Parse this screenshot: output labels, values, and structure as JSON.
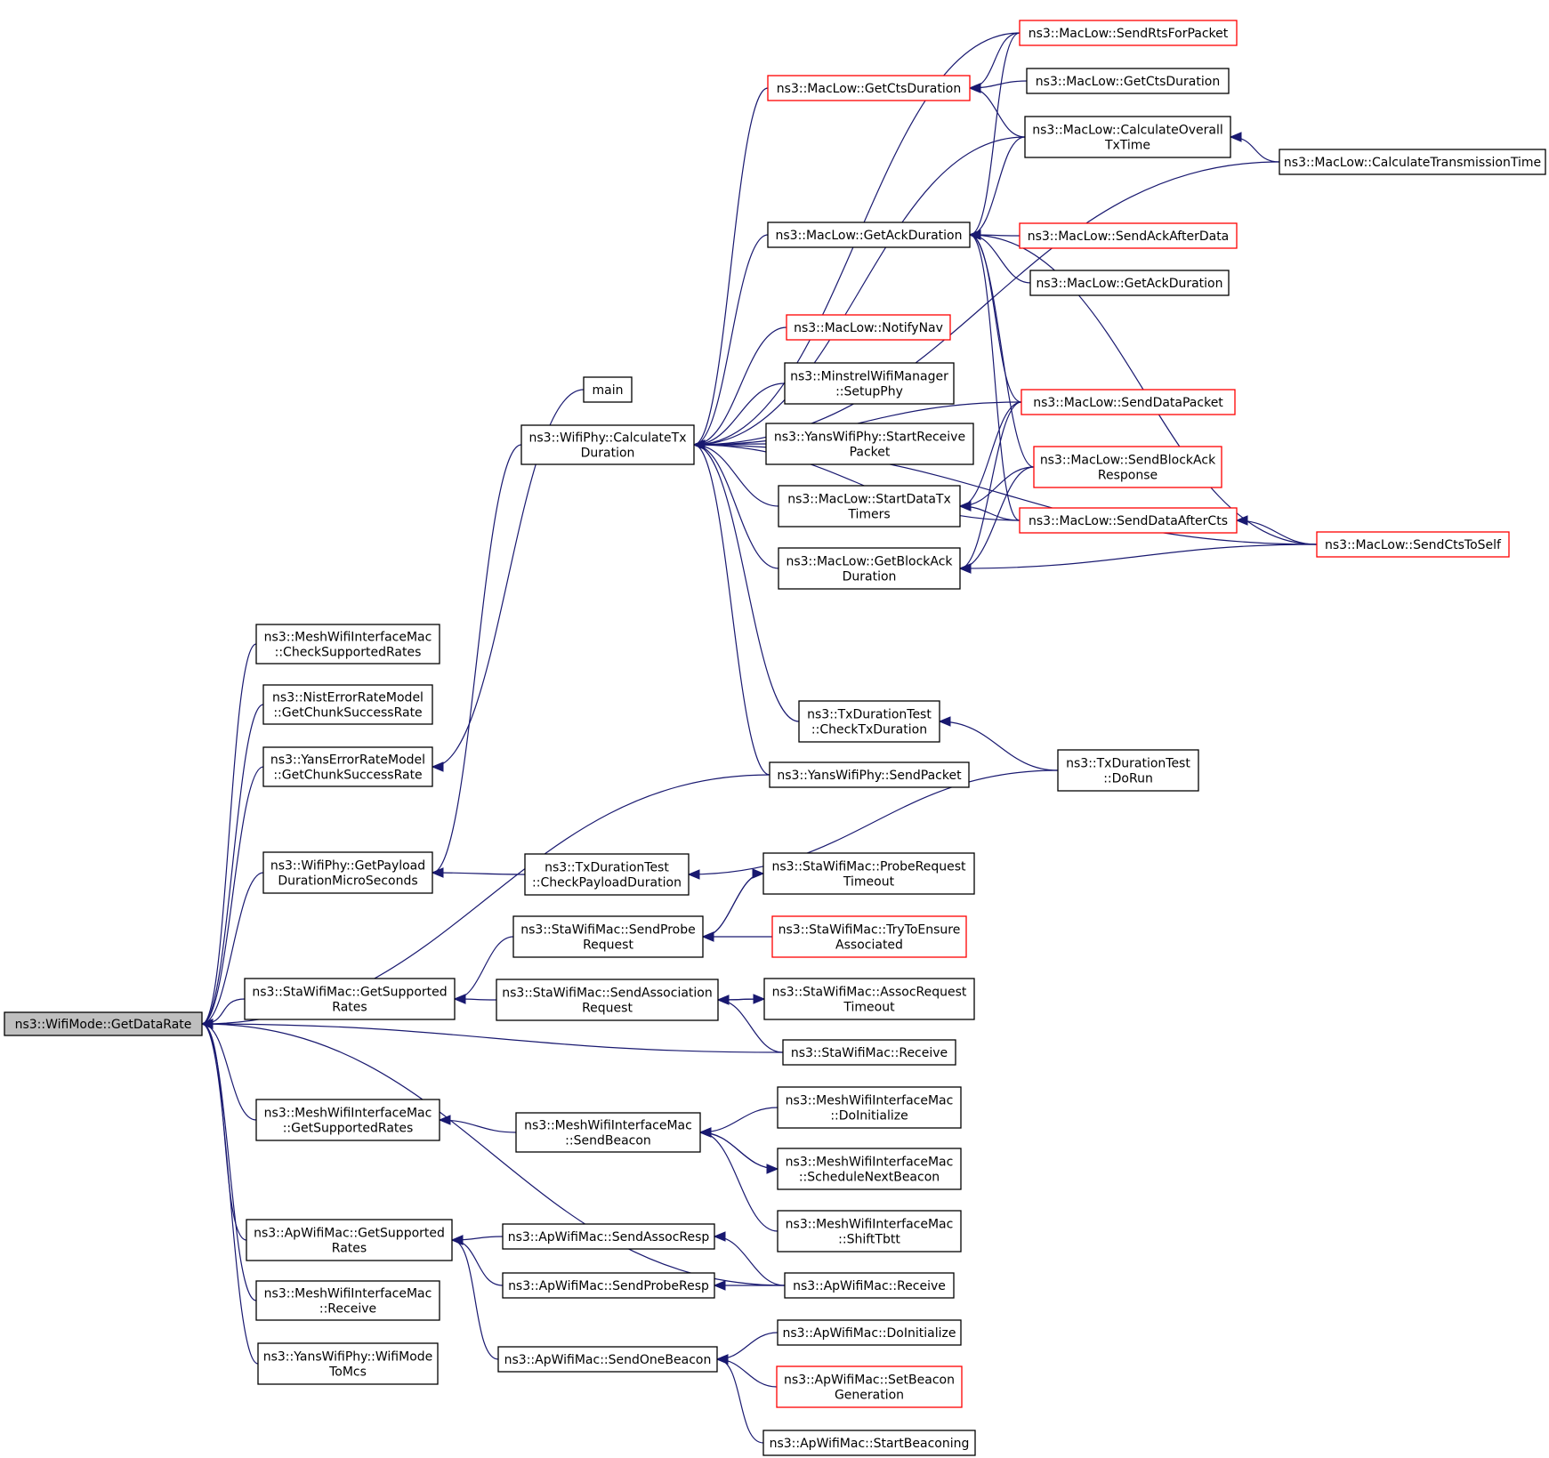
{
  "colors": {
    "edge": "#191970",
    "node_border": "#000000",
    "node_border_truncated": "#ff0000",
    "node_fill": "#ffffff",
    "root_fill": "#bfbfbf"
  },
  "nodes": [
    {
      "id": "root",
      "lines": [
        "ns3::WifiMode::GetDataRate"
      ],
      "root": true
    },
    {
      "id": "mwim_csr",
      "lines": [
        "ns3::MeshWifiInterfaceMac",
        "::CheckSupportedRates"
      ]
    },
    {
      "id": "nist_gcsr",
      "lines": [
        "ns3::NistErrorRateModel",
        "::GetChunkSuccessRate"
      ]
    },
    {
      "id": "yans_gcsr",
      "lines": [
        "ns3::YansErrorRateModel",
        "::GetChunkSuccessRate"
      ]
    },
    {
      "id": "gpdms",
      "lines": [
        "ns3::WifiPhy::GetPayload",
        "DurationMicroSeconds"
      ]
    },
    {
      "id": "sta_gsr",
      "lines": [
        "ns3::StaWifiMac::GetSupported",
        "Rates"
      ]
    },
    {
      "id": "mwim_gsr",
      "lines": [
        "ns3::MeshWifiInterfaceMac",
        "::GetSupportedRates"
      ]
    },
    {
      "id": "ap_gsr",
      "lines": [
        "ns3::ApWifiMac::GetSupported",
        "Rates"
      ]
    },
    {
      "id": "mwim_recv",
      "lines": [
        "ns3::MeshWifiInterfaceMac",
        "::Receive"
      ]
    },
    {
      "id": "yans_wmtm",
      "lines": [
        "ns3::YansWifiPhy::WifiMode",
        "ToMcs"
      ]
    },
    {
      "id": "main",
      "lines": [
        "main"
      ]
    },
    {
      "id": "calctx",
      "lines": [
        "ns3::WifiPhy::CalculateTx",
        "Duration"
      ]
    },
    {
      "id": "txdt_cpd",
      "lines": [
        "ns3::TxDurationTest",
        "::CheckPayloadDuration"
      ]
    },
    {
      "id": "sta_spr",
      "lines": [
        "ns3::StaWifiMac::SendProbe",
        "Request"
      ]
    },
    {
      "id": "sta_sar",
      "lines": [
        "ns3::StaWifiMac::SendAssociation",
        "Request"
      ]
    },
    {
      "id": "mwim_sb",
      "lines": [
        "ns3::MeshWifiInterfaceMac",
        "::SendBeacon"
      ]
    },
    {
      "id": "ap_sasr",
      "lines": [
        "ns3::ApWifiMac::SendAssocResp"
      ]
    },
    {
      "id": "ap_sprr",
      "lines": [
        "ns3::ApWifiMac::SendProbeResp"
      ]
    },
    {
      "id": "ap_sob",
      "lines": [
        "ns3::ApWifiMac::SendOneBeacon"
      ]
    },
    {
      "id": "ml_gctsd",
      "lines": [
        "ns3::MacLow::GetCtsDuration"
      ],
      "truncated": true
    },
    {
      "id": "ml_gackd",
      "lines": [
        "ns3::MacLow::GetAckDuration"
      ]
    },
    {
      "id": "ml_nnav",
      "lines": [
        "ns3::MacLow::NotifyNav"
      ],
      "truncated": true
    },
    {
      "id": "minstrel",
      "lines": [
        "ns3::MinstrelWifiManager",
        "::SetupPhy"
      ]
    },
    {
      "id": "yans_srp",
      "lines": [
        "ns3::YansWifiPhy::StartReceive",
        "Packet"
      ]
    },
    {
      "id": "ml_sdtt",
      "lines": [
        "ns3::MacLow::StartDataTx",
        "Timers"
      ]
    },
    {
      "id": "ml_gbad",
      "lines": [
        "ns3::MacLow::GetBlockAck",
        "Duration"
      ]
    },
    {
      "id": "txdt_ctd",
      "lines": [
        "ns3::TxDurationTest",
        "::CheckTxDuration"
      ]
    },
    {
      "id": "yans_sp",
      "lines": [
        "ns3::YansWifiPhy::SendPacket"
      ]
    },
    {
      "id": "ml_srts",
      "lines": [
        "ns3::MacLow::SendRtsForPacket"
      ],
      "truncated": true
    },
    {
      "id": "ml_gctsd2",
      "lines": [
        "ns3::MacLow::GetCtsDuration"
      ]
    },
    {
      "id": "ml_cotx",
      "lines": [
        "ns3::MacLow::CalculateOverall",
        "TxTime"
      ]
    },
    {
      "id": "ml_sacka",
      "lines": [
        "ns3::MacLow::SendAckAfterData"
      ],
      "truncated": true
    },
    {
      "id": "ml_gackd2",
      "lines": [
        "ns3::MacLow::GetAckDuration"
      ]
    },
    {
      "id": "ml_sdp",
      "lines": [
        "ns3::MacLow::SendDataPacket"
      ],
      "truncated": true
    },
    {
      "id": "ml_sbar",
      "lines": [
        "ns3::MacLow::SendBlockAck",
        "Response"
      ],
      "truncated": true
    },
    {
      "id": "ml_sdac",
      "lines": [
        "ns3::MacLow::SendDataAfterCts"
      ],
      "truncated": true
    },
    {
      "id": "txdt_dorun",
      "lines": [
        "ns3::TxDurationTest",
        "::DoRun"
      ]
    },
    {
      "id": "ml_ctt",
      "lines": [
        "ns3::MacLow::CalculateTransmissionTime"
      ]
    },
    {
      "id": "ml_scts",
      "lines": [
        "ns3::MacLow::SendCtsToSelf"
      ],
      "truncated": true
    },
    {
      "id": "sta_prt",
      "lines": [
        "ns3::StaWifiMac::ProbeRequest",
        "Timeout"
      ]
    },
    {
      "id": "sta_ttea",
      "lines": [
        "ns3::StaWifiMac::TryToEnsure",
        "Associated"
      ],
      "truncated": true
    },
    {
      "id": "sta_art",
      "lines": [
        "ns3::StaWifiMac::AssocRequest",
        "Timeout"
      ]
    },
    {
      "id": "sta_recv",
      "lines": [
        "ns3::StaWifiMac::Receive"
      ]
    },
    {
      "id": "mwim_doi",
      "lines": [
        "ns3::MeshWifiInterfaceMac",
        "::DoInitialize"
      ]
    },
    {
      "id": "mwim_snb",
      "lines": [
        "ns3::MeshWifiInterfaceMac",
        "::ScheduleNextBeacon"
      ]
    },
    {
      "id": "mwim_st",
      "lines": [
        "ns3::MeshWifiInterfaceMac",
        "::ShiftTbtt"
      ]
    },
    {
      "id": "ap_recv",
      "lines": [
        "ns3::ApWifiMac::Receive"
      ]
    },
    {
      "id": "ap_doi",
      "lines": [
        "ns3::ApWifiMac::DoInitialize"
      ]
    },
    {
      "id": "ap_sbg",
      "lines": [
        "ns3::ApWifiMac::SetBeacon",
        "Generation"
      ],
      "truncated": true
    },
    {
      "id": "ap_sbc",
      "lines": [
        "ns3::ApWifiMac::StartBeaconing"
      ]
    }
  ],
  "edges": [
    [
      "mwim_csr",
      "root"
    ],
    [
      "nist_gcsr",
      "root"
    ],
    [
      "yans_gcsr",
      "root"
    ],
    [
      "yans_sp",
      "root"
    ],
    [
      "gpdms",
      "root"
    ],
    [
      "sta_gsr",
      "root"
    ],
    [
      "sta_recv",
      "root"
    ],
    [
      "mwim_gsr",
      "root"
    ],
    [
      "ap_recv",
      "root"
    ],
    [
      "ap_gsr",
      "root"
    ],
    [
      "mwim_recv",
      "root"
    ],
    [
      "yans_wmtm",
      "root"
    ],
    [
      "main",
      "yans_gcsr"
    ],
    [
      "calctx",
      "gpdms"
    ],
    [
      "txdt_cpd",
      "gpdms"
    ],
    [
      "sta_spr",
      "sta_gsr"
    ],
    [
      "sta_sar",
      "sta_gsr"
    ],
    [
      "mwim_sb",
      "mwim_gsr"
    ],
    [
      "ap_sasr",
      "ap_gsr"
    ],
    [
      "ap_sprr",
      "ap_gsr"
    ],
    [
      "ap_sob",
      "ap_gsr"
    ],
    [
      "ml_srts",
      "calctx"
    ],
    [
      "ml_gctsd",
      "calctx"
    ],
    [
      "ml_cotx",
      "calctx"
    ],
    [
      "ml_ctt",
      "calctx"
    ],
    [
      "ml_gackd",
      "calctx"
    ],
    [
      "ml_sdp",
      "calctx"
    ],
    [
      "ml_nnav",
      "calctx"
    ],
    [
      "minstrel",
      "calctx"
    ],
    [
      "yans_srp",
      "calctx"
    ],
    [
      "ml_sdtt",
      "calctx"
    ],
    [
      "ml_gbad",
      "calctx"
    ],
    [
      "ml_sdac",
      "calctx"
    ],
    [
      "ml_scts",
      "calctx"
    ],
    [
      "txdt_ctd",
      "calctx"
    ],
    [
      "yans_sp",
      "calctx"
    ],
    [
      "ml_srts",
      "ml_gctsd"
    ],
    [
      "ml_gctsd2",
      "ml_gctsd"
    ],
    [
      "ml_cotx",
      "ml_gctsd"
    ],
    [
      "ml_srts",
      "ml_gackd"
    ],
    [
      "ml_cotx",
      "ml_gackd"
    ],
    [
      "ml_sacka",
      "ml_gackd"
    ],
    [
      "ml_gackd2",
      "ml_gackd"
    ],
    [
      "ml_sdp",
      "ml_gackd"
    ],
    [
      "ml_sbar",
      "ml_gackd"
    ],
    [
      "ml_sdac",
      "ml_gackd"
    ],
    [
      "ml_scts",
      "ml_gackd"
    ],
    [
      "ml_ctt",
      "ml_cotx"
    ],
    [
      "ml_sdp",
      "ml_sdtt"
    ],
    [
      "ml_sbar",
      "ml_sdtt"
    ],
    [
      "ml_sdac",
      "ml_sdtt"
    ],
    [
      "ml_sdp",
      "ml_gbad"
    ],
    [
      "ml_sbar",
      "ml_gbad"
    ],
    [
      "ml_scts",
      "ml_gbad"
    ],
    [
      "ml_scts",
      "ml_sdac"
    ],
    [
      "txdt_dorun",
      "txdt_ctd"
    ],
    [
      "txdt_dorun",
      "txdt_cpd"
    ],
    [
      "sta_prt",
      "sta_spr"
    ],
    [
      "sta_ttea",
      "sta_spr"
    ],
    [
      "sta_spr",
      "sta_prt"
    ],
    [
      "sta_art",
      "sta_sar"
    ],
    [
      "sta_recv",
      "sta_sar"
    ],
    [
      "sta_sar",
      "sta_art"
    ],
    [
      "mwim_doi",
      "mwim_sb"
    ],
    [
      "mwim_snb",
      "mwim_sb"
    ],
    [
      "mwim_st",
      "mwim_sb"
    ],
    [
      "mwim_sb",
      "mwim_snb"
    ],
    [
      "ap_recv",
      "ap_sasr"
    ],
    [
      "ap_recv",
      "ap_sprr"
    ],
    [
      "ap_doi",
      "ap_sob"
    ],
    [
      "ap_sbg",
      "ap_sob"
    ],
    [
      "ap_sbc",
      "ap_sob"
    ]
  ]
}
